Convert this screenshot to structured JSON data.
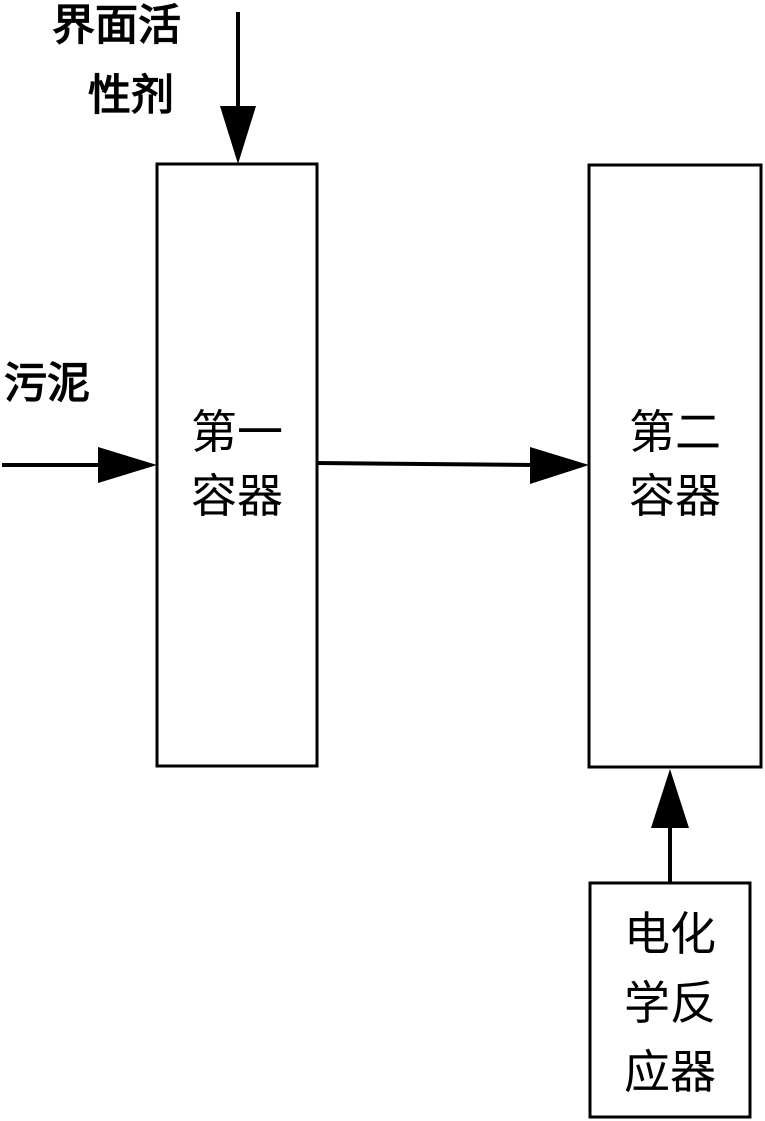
{
  "surfactant_label": {
    "line1": "界面活",
    "line2": "性剂"
  },
  "sludge_label": "污泥",
  "first_container": {
    "line1": "第一",
    "line2": "容器"
  },
  "second_container": {
    "line1": "第二",
    "line2": "容器"
  },
  "electrochemical_reactor": {
    "line1": "电化",
    "line2": "学反",
    "line3": "应器"
  }
}
